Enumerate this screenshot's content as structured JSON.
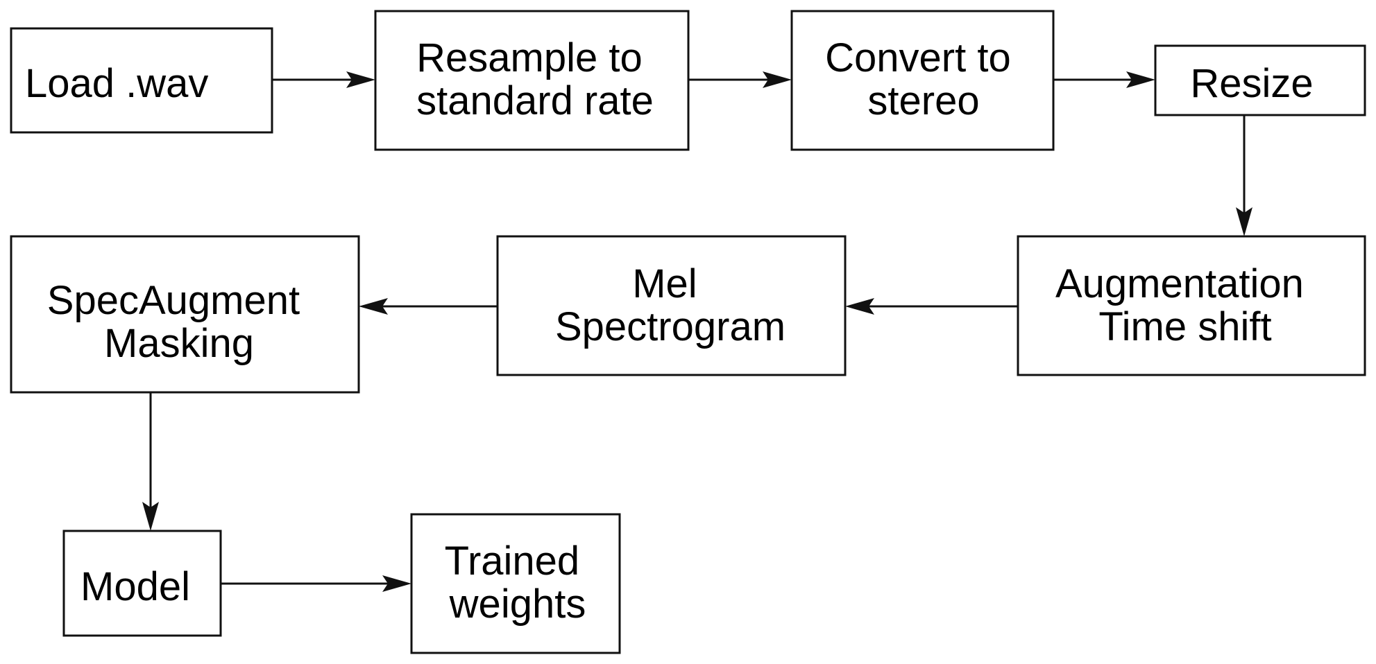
{
  "nodes": {
    "load_wav": {
      "lines": [
        "Load .wav"
      ]
    },
    "resample": {
      "lines": [
        "Resample to",
        "standard rate"
      ]
    },
    "convert_stereo": {
      "lines": [
        "Convert to",
        "stereo"
      ]
    },
    "resize": {
      "lines": [
        "Resize"
      ]
    },
    "augmentation": {
      "lines": [
        "Augmentation",
        "Time shift"
      ]
    },
    "mel_spectrogram": {
      "lines": [
        "Mel",
        "Spectrogram"
      ]
    },
    "specaugment": {
      "lines": [
        "SpecAugment",
        "Masking"
      ]
    },
    "model": {
      "lines": [
        "Model"
      ]
    },
    "trained_weights": {
      "lines": [
        "Trained",
        "weights"
      ]
    }
  },
  "edges": [
    {
      "from": "load_wav",
      "to": "resample"
    },
    {
      "from": "resample",
      "to": "convert_stereo"
    },
    {
      "from": "convert_stereo",
      "to": "resize"
    },
    {
      "from": "resize",
      "to": "augmentation"
    },
    {
      "from": "augmentation",
      "to": "mel_spectrogram"
    },
    {
      "from": "mel_spectrogram",
      "to": "specaugment"
    },
    {
      "from": "specaugment",
      "to": "model"
    },
    {
      "from": "model",
      "to": "trained_weights"
    }
  ]
}
